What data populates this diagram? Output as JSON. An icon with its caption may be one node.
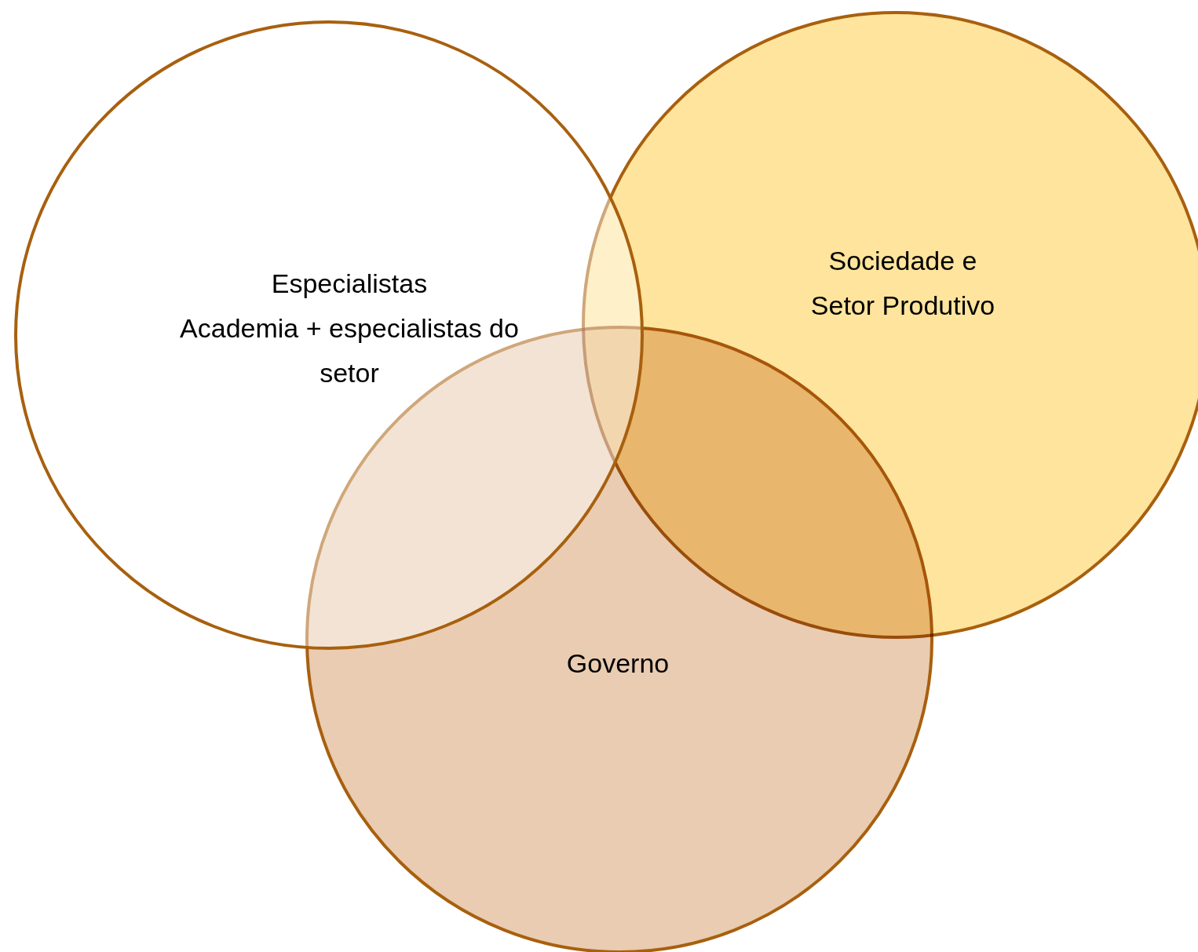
{
  "diagram": {
    "nodes": [
      {
        "text": [
          "Especialistas",
          "Academia + especialistas do setor"
        ]
      },
      {
        "text": [
          "Sociedade e Setor Produtivo"
        ]
      },
      {
        "text": [
          "Governo"
        ]
      }
    ]
  }
}
